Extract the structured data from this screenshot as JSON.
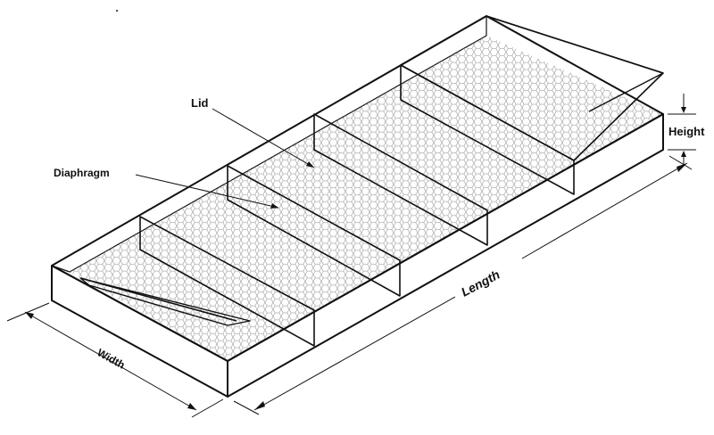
{
  "labels": {
    "lid": "Lid",
    "diaphragm": "Diaphragm",
    "height": "Height",
    "length": "Length",
    "width": "Width"
  },
  "colors": {
    "line": "#111111",
    "mesh": "#7a7a7a",
    "background": "#ffffff"
  }
}
